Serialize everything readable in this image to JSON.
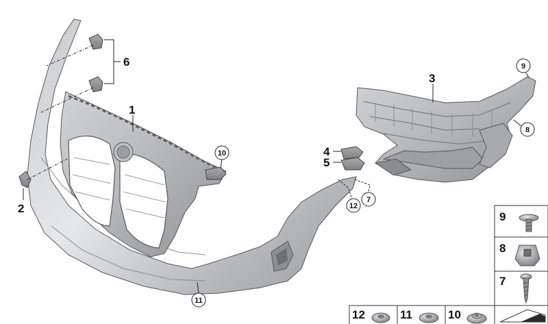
{
  "callouts": {
    "c1": "1",
    "c2": "2",
    "c3": "3",
    "c4": "4",
    "c5": "5",
    "c6": "6",
    "c7": "7",
    "c8": "8",
    "c9": "9",
    "c10": "10",
    "c11": "11",
    "c12": "12"
  },
  "legend": {
    "right": [
      "9",
      "8",
      "7"
    ],
    "bottom": [
      "12",
      "11",
      "10"
    ]
  }
}
